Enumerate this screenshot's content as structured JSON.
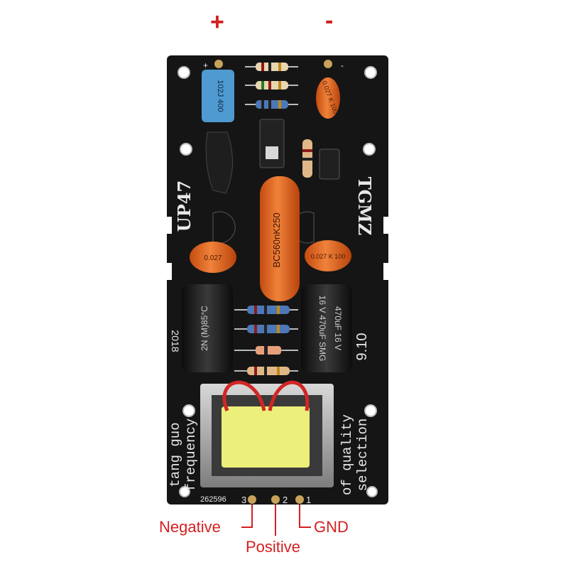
{
  "terminals": {
    "plus_sign": "+",
    "minus_sign": "-",
    "pin3_label": "Negative",
    "pin2_label": "Positive",
    "pin1_label": "GND",
    "pin3_number": "3",
    "pin2_number": "2",
    "pin1_number": "1"
  },
  "silkscreen": {
    "left_vertical": "UP47",
    "right_vertical": "TGMZ",
    "version": "9.10",
    "year": "2018",
    "brand_line1": "tang guo",
    "brand_line2": "frequency",
    "slogan_line1": "of quality",
    "slogan_line2": "selection",
    "serial": "262596",
    "plus_mark": "+",
    "minus_mark": "-"
  },
  "components": {
    "blue_cap_text": "102J 400",
    "small_cap_text": "0.027 K 100",
    "left_cap_text": "0.027",
    "right_cap_text": "0.027 K 100",
    "big_cap_text": "BC560nK250",
    "left_elec_text": "2N (M)85°C",
    "right_elec_text": "16 V 470uF SMG",
    "right_elec_text2": "470uF 16 V"
  },
  "colors": {
    "label_red": "#d42020",
    "pcb_black": "#151515",
    "silkscreen": "#e8e8e8",
    "orange_cap": "#e8661e",
    "blue_cap": "#4f9ad0",
    "transformer_yellow": "#ecef7a"
  }
}
